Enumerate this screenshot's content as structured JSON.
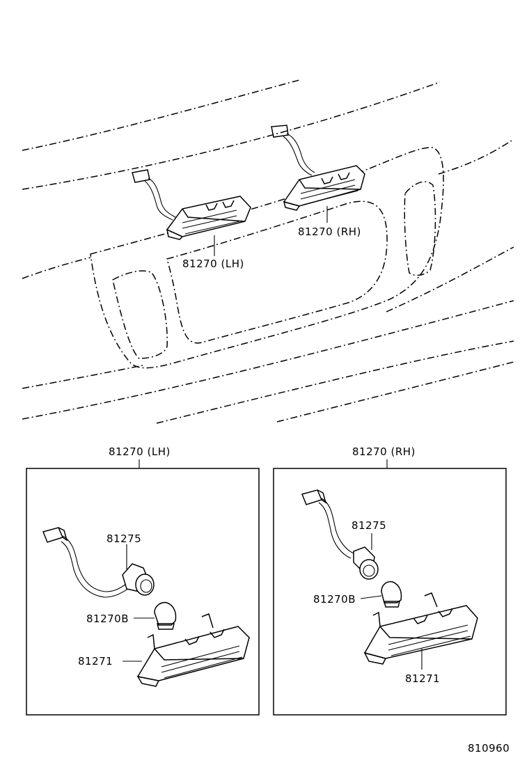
{
  "overview": {
    "callout_lh": "81270 (LH)",
    "callout_rh": "81270 (RH)"
  },
  "detail_lh": {
    "title": "81270 (LH)",
    "socket": "81275",
    "bulb": "81270B",
    "lens": "81271"
  },
  "detail_rh": {
    "title": "81270 (RH)",
    "socket": "81275",
    "bulb": "81270B",
    "lens": "81271"
  },
  "illustration_number": "810960"
}
